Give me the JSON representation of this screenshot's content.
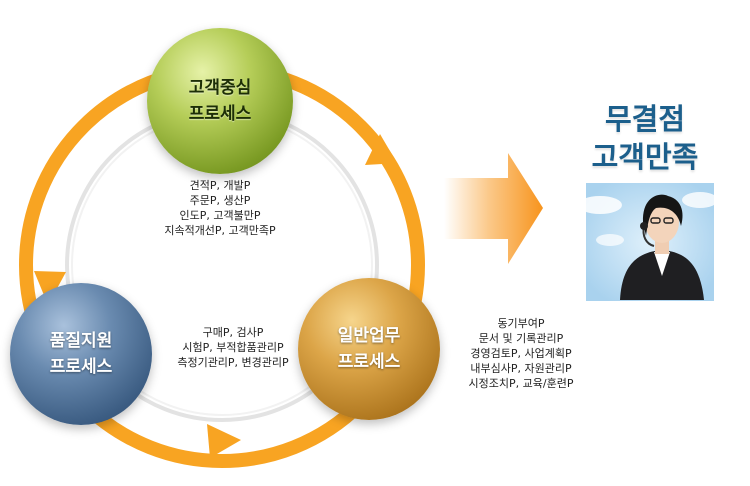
{
  "processes": {
    "top": {
      "line1": "고객중심",
      "line2": "프로세스"
    },
    "left": {
      "line1": "품질지원",
      "line2": "프로세스"
    },
    "right": {
      "line1": "일반업무",
      "line2": "프로세스"
    }
  },
  "notes": {
    "top": [
      "견적P, 개발P",
      "주문P, 생산P",
      "인도P, 고객불만P",
      "지속적개선P, 고객만족P"
    ],
    "left": [
      "구매P, 검사P",
      "시험P, 부적합품관리P",
      "측정기관리P, 변경관리P"
    ],
    "right": [
      "동기부여P",
      "문서 및 기록관리P",
      "경영검토P, 사업계획P",
      "내부심사P, 자원관리P",
      "시정조치P, 교육/훈련P"
    ]
  },
  "goal": {
    "line1": "무결점",
    "line2": "고객만족"
  },
  "colors": {
    "ring": "#f8a422",
    "arrow": "#f7941d",
    "goal_text": "#1c5f8c",
    "top_circle": "#9bb83c",
    "left_circle": "#4f6f94",
    "right_circle": "#c98d30"
  }
}
